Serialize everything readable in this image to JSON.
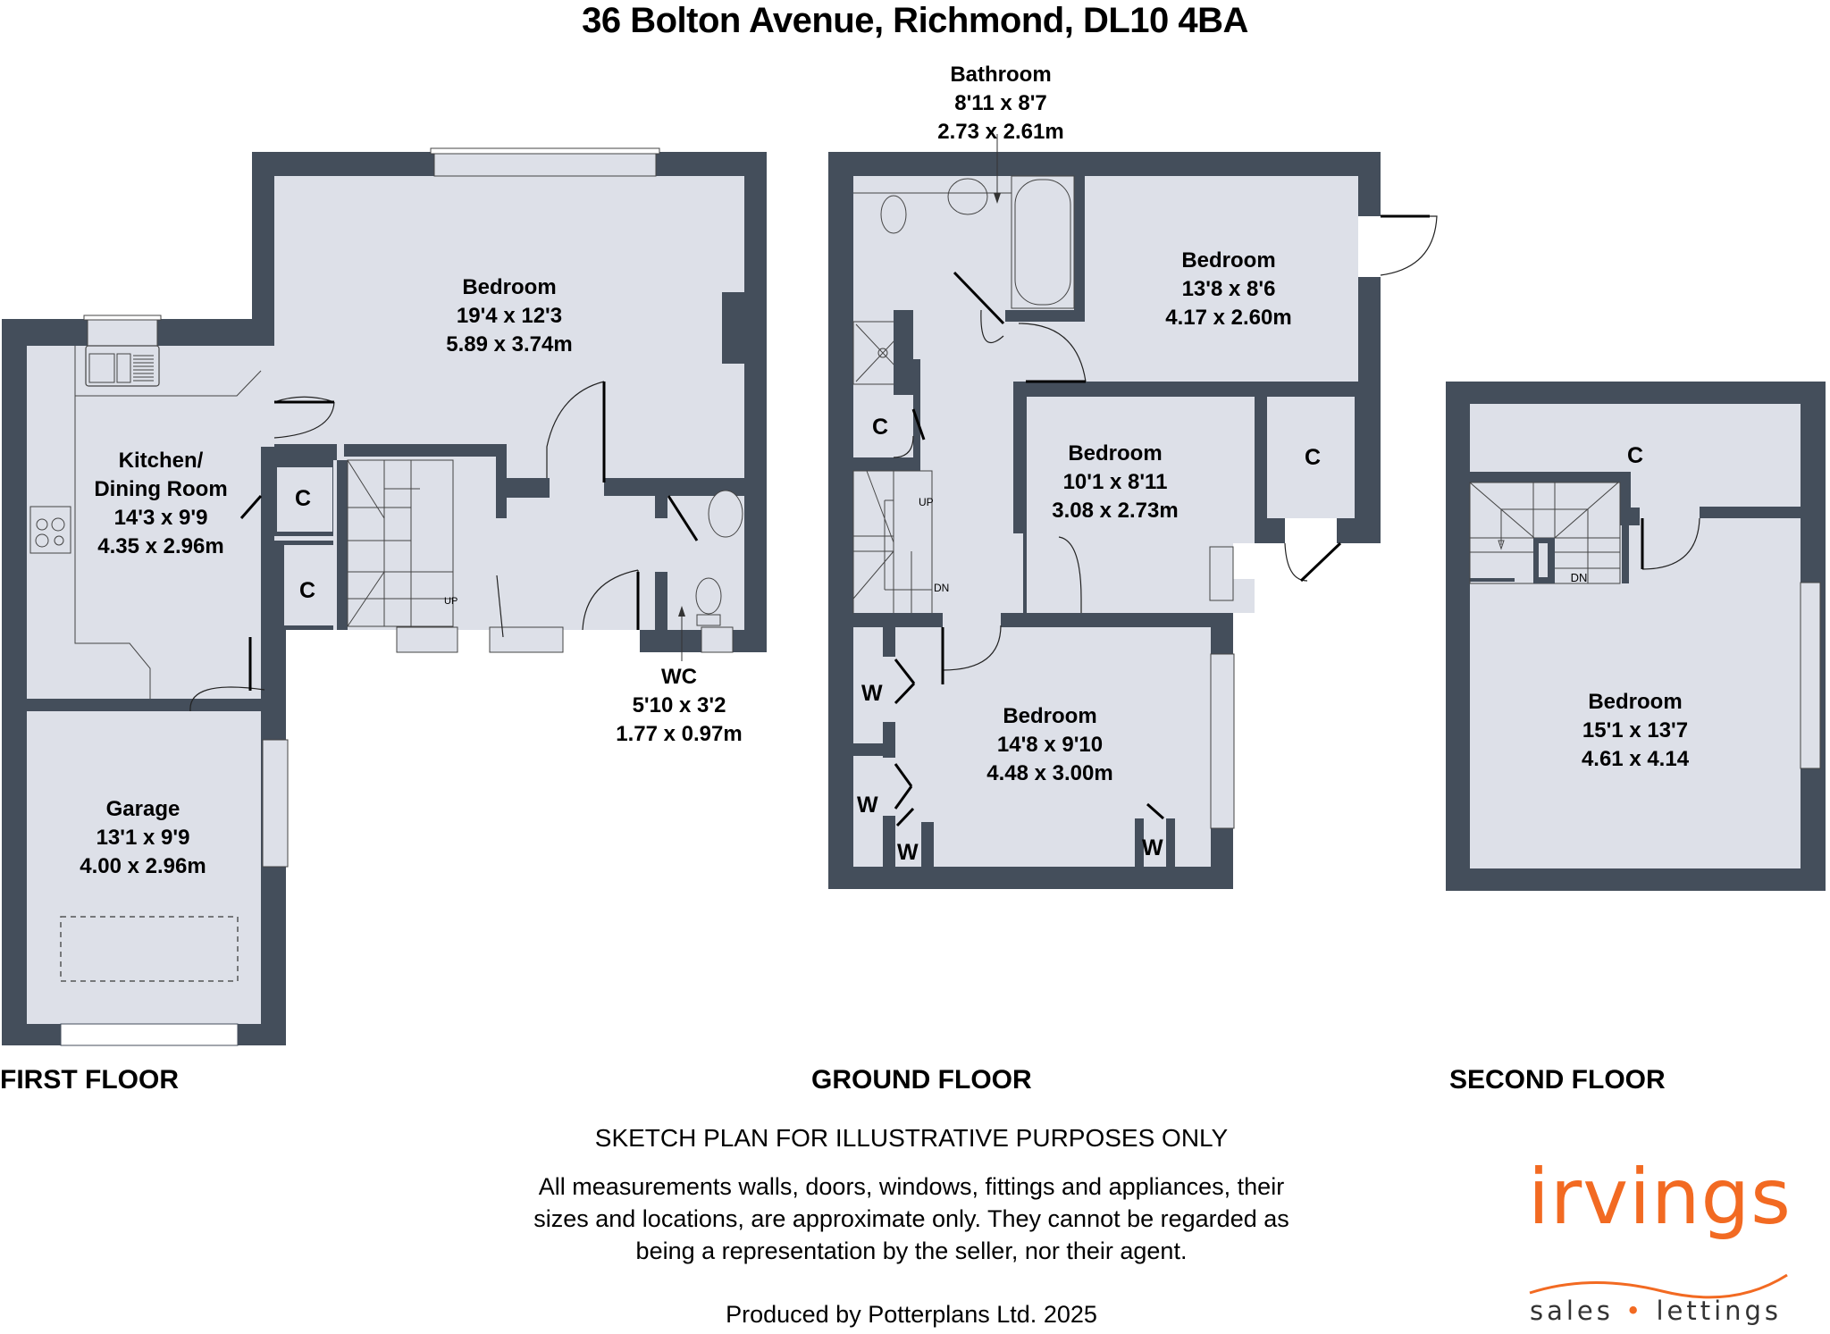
{
  "title": "36 Bolton Avenue, Richmond, DL10 4BA",
  "colors": {
    "wall": "#444e5b",
    "floor": "#dde0e8",
    "brand_orange": "#f26a22",
    "text": "#000000"
  },
  "floors": [
    {
      "name": "FIRST FLOOR",
      "rooms": [
        {
          "name": "Bedroom",
          "imperial": "19'4 x 12'3",
          "metric": "5.89 x 3.74m"
        },
        {
          "name_line1": "Kitchen/",
          "name_line2": "Dining Room",
          "imperial": "14'3 x 9'9",
          "metric": "4.35 x 2.96m"
        },
        {
          "name": "Garage",
          "imperial": "13'1 x 9'9",
          "metric": "4.00 x 2.96m"
        },
        {
          "name": "WC",
          "imperial": "5'10 x 3'2",
          "metric": "1.77 x 0.97m"
        }
      ],
      "cupboards": [
        "C",
        "C"
      ],
      "stairs": [
        "UP"
      ]
    },
    {
      "name": "GROUND FLOOR",
      "rooms": [
        {
          "name": "Bathroom",
          "imperial": "8'11 x 8'7",
          "metric": "2.73 x 2.61m"
        },
        {
          "name": "Bedroom",
          "imperial": "13'8 x 8'6",
          "metric": "4.17 x 2.60m"
        },
        {
          "name": "Bedroom",
          "imperial": "10'1 x 8'11",
          "metric": "3.08 x 2.73m"
        },
        {
          "name": "Bedroom",
          "imperial": "14'8 x 9'10",
          "metric": "4.48 x 3.00m"
        }
      ],
      "cupboards": [
        "C",
        "C"
      ],
      "wardrobes": [
        "W",
        "W",
        "W",
        "W"
      ],
      "stairs": [
        "UP",
        "DN"
      ]
    },
    {
      "name": "SECOND FLOOR",
      "rooms": [
        {
          "name": "Bedroom",
          "imperial": "15'1 x 13'7",
          "metric": "4.61 x 4.14"
        }
      ],
      "cupboards": [
        "C"
      ],
      "stairs": [
        "DN"
      ]
    }
  ],
  "disclaimer": {
    "heading": "SKETCH PLAN FOR ILLUSTRATIVE PURPOSES ONLY",
    "line1": "All measurements walls, doors, windows, fittings and appliances, their",
    "line2": "sizes and locations, are approximate only. They cannot be regarded as",
    "line3": "being a representation by the seller, nor their agent.",
    "producer": "Produced by Potterplans Ltd. 2025"
  },
  "logo": {
    "word": "irvings",
    "tag_left": "sales",
    "tag_dot": "•",
    "tag_right": "lettings"
  }
}
